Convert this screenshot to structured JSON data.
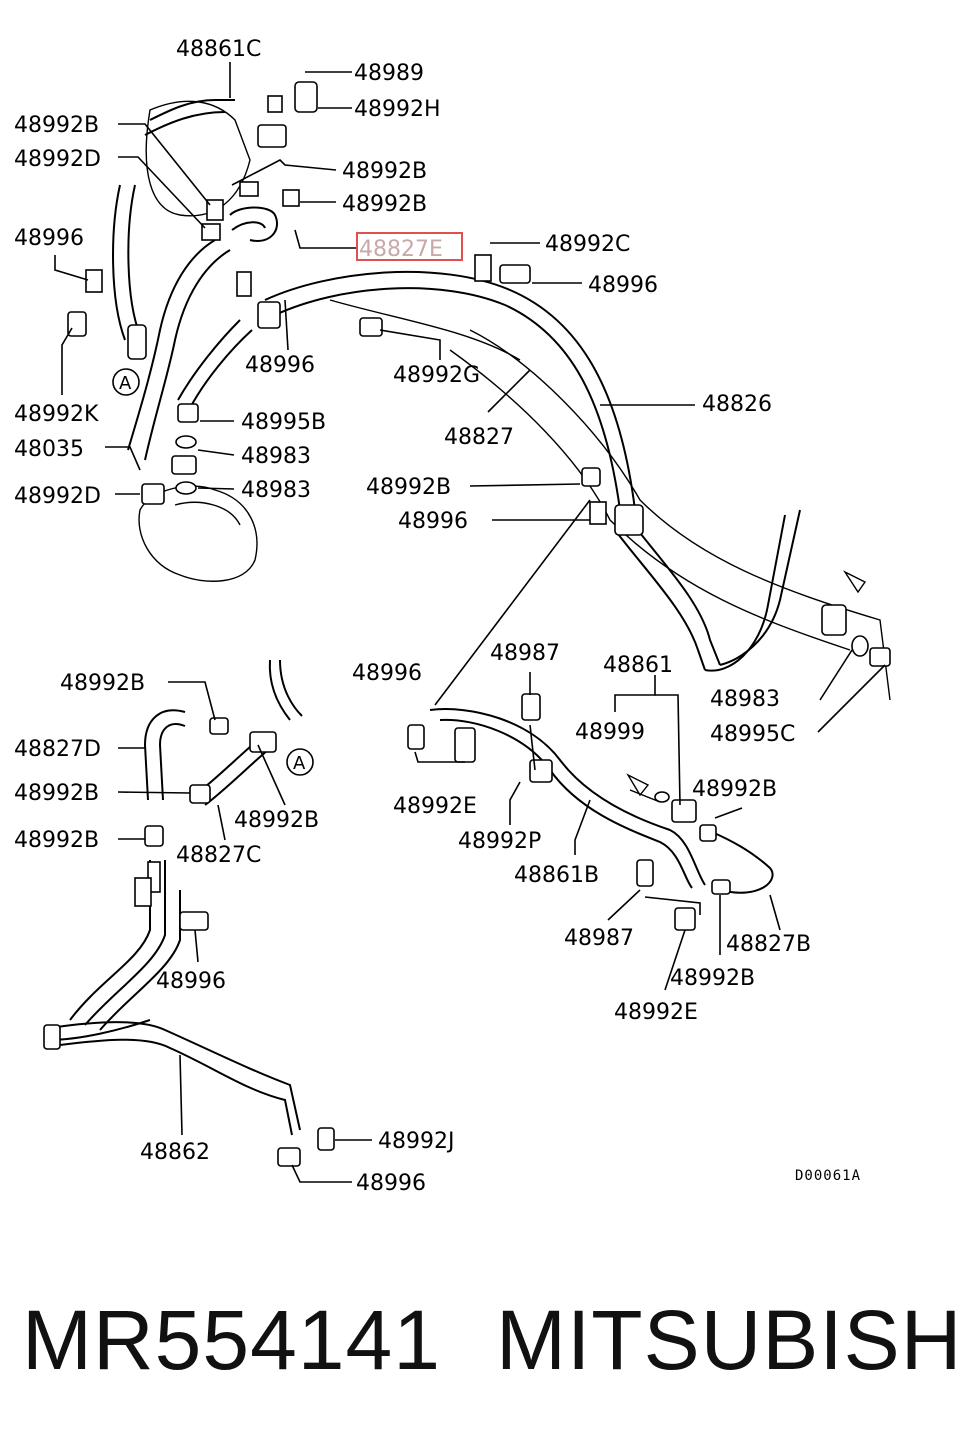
{
  "diagram": {
    "labels": [
      "48861C",
      "48989",
      "48992H",
      "48992B",
      "48992D",
      "48992B",
      "48992B",
      "48996",
      "48827E",
      "48992C",
      "48996",
      "48996",
      "48992G",
      "48826",
      "48992K",
      "48995B",
      "48827",
      "48035",
      "48983",
      "48983",
      "48992D",
      "48992B",
      "48996",
      "48992B",
      "48996",
      "48987",
      "48861",
      "48827D",
      "48999",
      "48983",
      "48995C",
      "48992B",
      "48992B",
      "48992B",
      "48992E",
      "48992B",
      "48992P",
      "48827C",
      "48861B",
      "48827B",
      "48987",
      "48996",
      "48992B",
      "48992E",
      "48862",
      "48992J",
      "48996"
    ],
    "callouts": [
      "A",
      "A"
    ],
    "highlighted_label": "48827E",
    "drawing_code": "D00061A"
  },
  "footer": {
    "part_number": "MR554141",
    "brand": "MITSUBISHI"
  },
  "colors": {
    "line": "#000000",
    "highlight_box": "#e05050",
    "highlight_text": "#c9a8a8"
  }
}
